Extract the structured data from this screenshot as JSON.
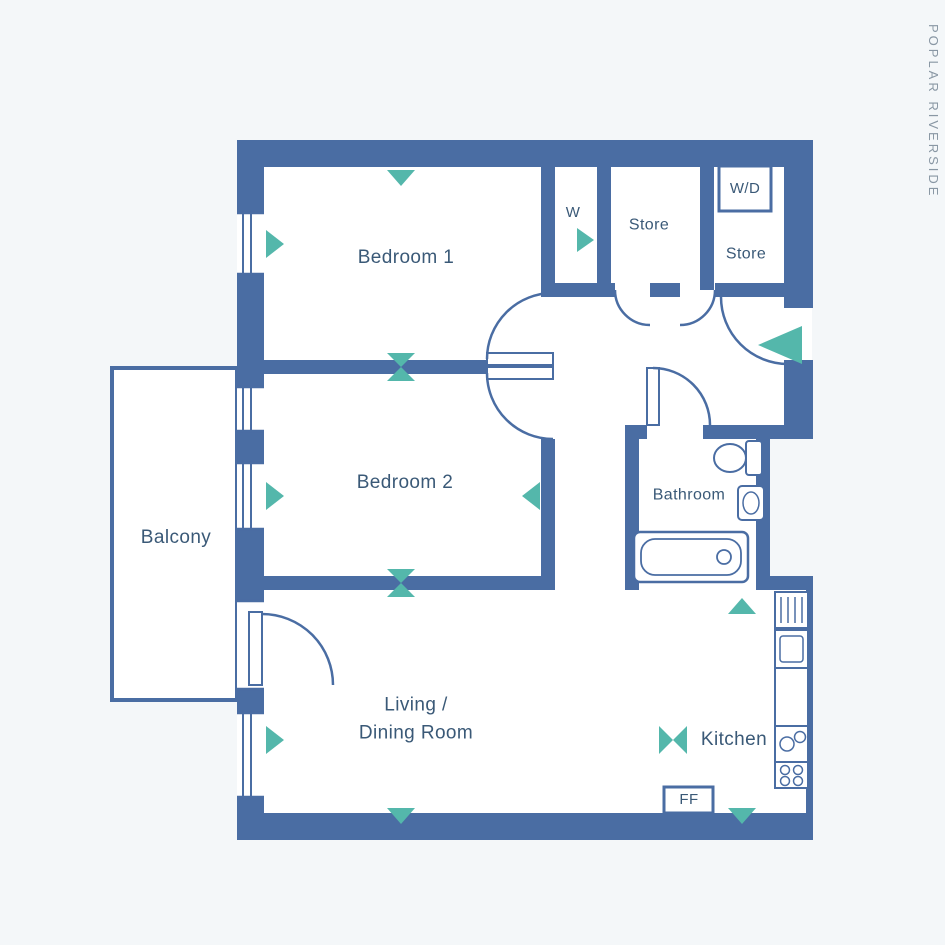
{
  "brand": {
    "name": "POPLAR RIVERSIDE"
  },
  "rooms": {
    "bedroom1": {
      "label": "Bedroom 1"
    },
    "bedroom2": {
      "label": "Bedroom 2"
    },
    "balcony": {
      "label": "Balcony"
    },
    "living_dining": {
      "label": "Living /\nDining Room"
    },
    "kitchen": {
      "label": "Kitchen"
    },
    "bathroom": {
      "label": "Bathroom"
    },
    "store_top": {
      "label": "Store"
    },
    "store_right": {
      "label": "Store"
    },
    "wardrobe": {
      "label": "W"
    },
    "washer_dryer": {
      "label": "W/D"
    },
    "fridge_freezer": {
      "label": "FF"
    }
  },
  "colors": {
    "wall": "#4a6da3",
    "accent": "#54b7ab",
    "label_text": "#3a5977",
    "brand_text": "#8997a4",
    "background": "#f4f7f9",
    "floor": "#ffffff"
  }
}
